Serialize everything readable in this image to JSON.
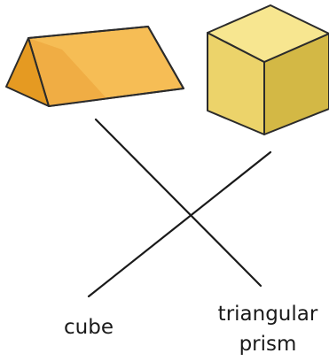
{
  "shapes": {
    "triangular_prism": {
      "depiction": "triangular-prism",
      "colors": {
        "top_face": "#f6bd55",
        "top_face_shade": "#f0ad44",
        "end_face": "#e59a22",
        "outline": "#2b2b2b"
      }
    },
    "cube": {
      "depiction": "cube",
      "colors": {
        "top_face": "#f7e690",
        "front_face": "#ecd36a",
        "side_face": "#d3b845",
        "outline": "#2b2b2b"
      }
    }
  },
  "matching_lines": {
    "color": "#1a1a1a",
    "pairs": [
      {
        "from": "triangular prism picture",
        "to": "triangular prism label"
      },
      {
        "from": "cube picture",
        "to": "cube label"
      }
    ]
  },
  "labels": {
    "cube": "cube",
    "prism_line1": "triangular",
    "prism_line2": "prism"
  }
}
